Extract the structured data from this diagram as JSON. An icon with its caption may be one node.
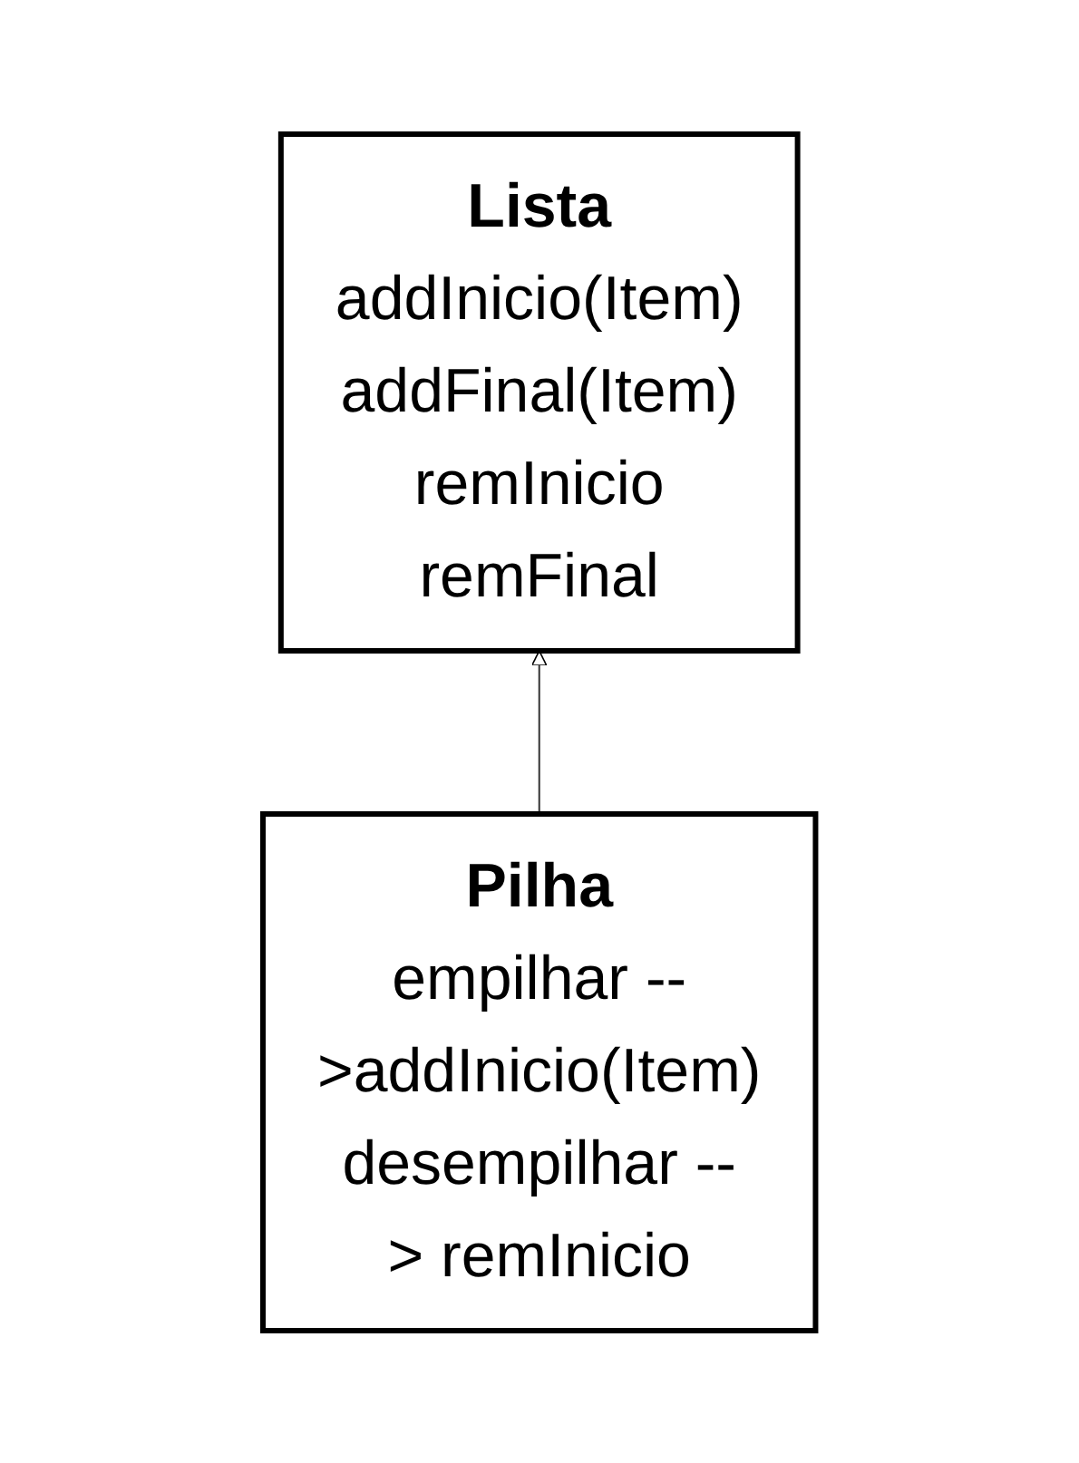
{
  "diagram": {
    "nodes": [
      {
        "text": [
          "Lista",
          "addInicio(Item)",
          "addFinal(Item)",
          "remInicio",
          "remFinal"
        ]
      },
      {
        "text": [
          "Pilha",
          "empilhar -->addInicio(Item)",
          "desempilhar --> remInicio"
        ]
      }
    ],
    "edges": [
      {
        "from": 1,
        "to": 0,
        "arrow": "to"
      }
    ]
  }
}
